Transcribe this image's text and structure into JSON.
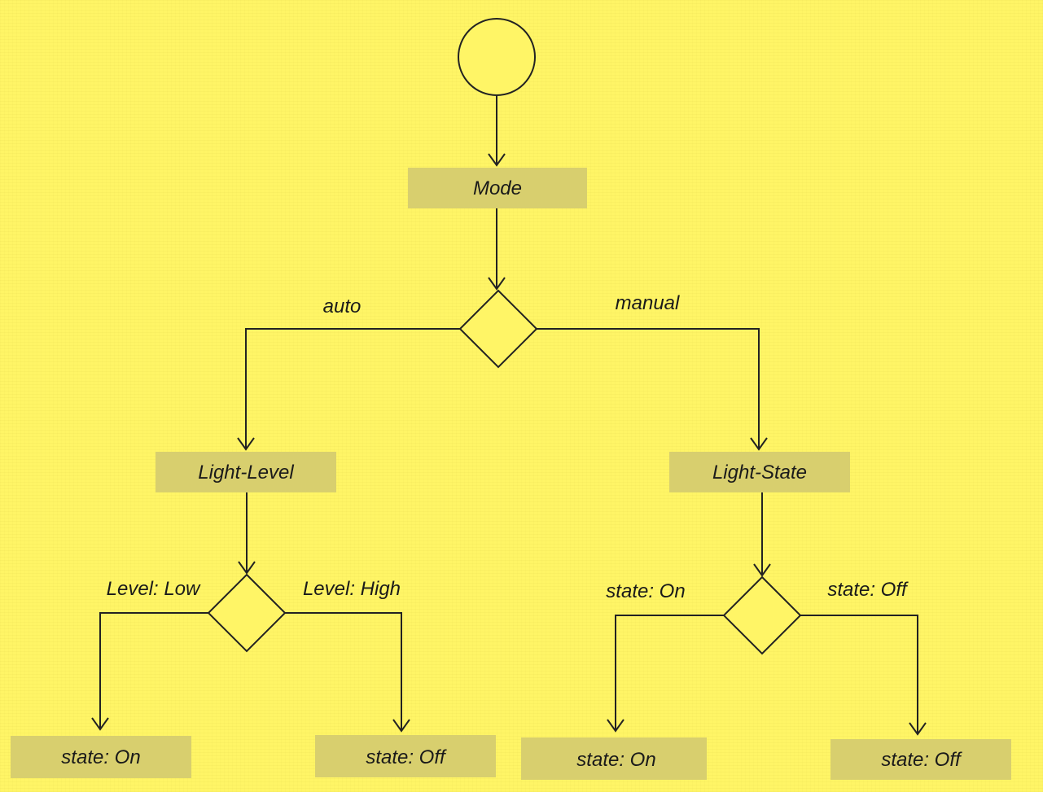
{
  "nodes": {
    "mode": "Mode",
    "light_level": "Light-Level",
    "light_state": "Light-State",
    "auto_low_state": "state: On",
    "auto_high_state": "state: Off",
    "manual_on_state": "state: On",
    "manual_off_state": "state: Off"
  },
  "edges": {
    "auto": "auto",
    "manual": "manual",
    "level_low": "Level: Low",
    "level_high": "Level: High",
    "state_on": "state: On",
    "state_off": "state: Off"
  },
  "colors": {
    "background": "#fff566",
    "box_fill": "#d8cf6e",
    "line": "#222222"
  }
}
